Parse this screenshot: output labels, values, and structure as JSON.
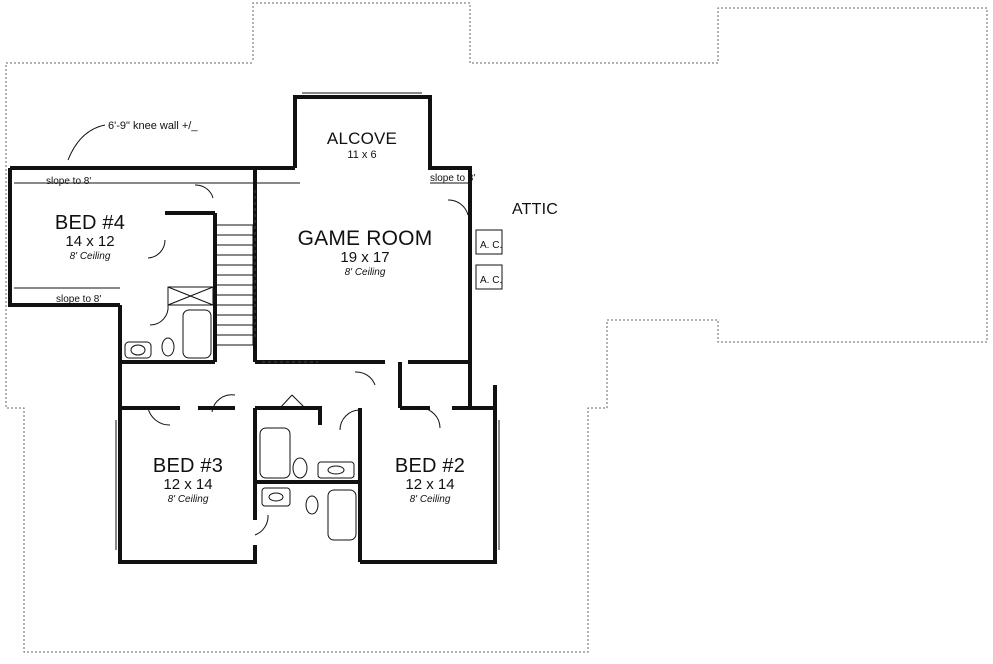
{
  "rooms": {
    "alcove": {
      "name": "ALCOVE",
      "size": "11 x 6"
    },
    "game_room": {
      "name": "GAME ROOM",
      "size": "19 x 17",
      "ceiling": "8' Ceiling"
    },
    "bed4": {
      "name": "BED #4",
      "size": "14 x 12",
      "ceiling": "8' Ceiling"
    },
    "bed3": {
      "name": "BED #3",
      "size": "12 x 14",
      "ceiling": "8' Ceiling"
    },
    "bed2": {
      "name": "BED #2",
      "size": "12 x 14",
      "ceiling": "8' Ceiling"
    },
    "attic": {
      "name": "ATTIC"
    }
  },
  "notes": {
    "knee_wall": "6'-9\" knee wall +/_",
    "slope_top_left": "slope to 8'",
    "slope_bottom_left": "slope to 8'",
    "slope_right": "slope to 8'"
  },
  "equipment": {
    "ac_1": "A. C.",
    "ac_2": "A. C."
  }
}
